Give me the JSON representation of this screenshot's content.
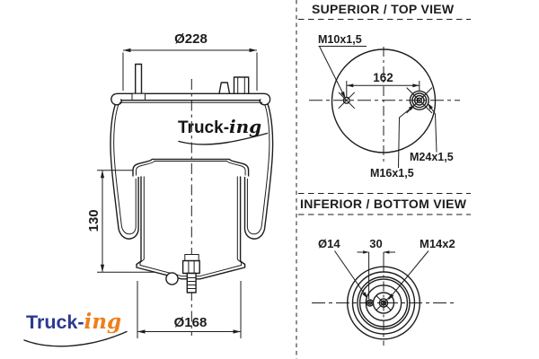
{
  "brand": {
    "bold": "Truck-",
    "script": "ing"
  },
  "colors": {
    "line": "#1d1d1d",
    "brand_blue": "#2b3990",
    "brand_orange": "#ef7f1a"
  },
  "side_view": {
    "dim_plate_diameter": "Ø228",
    "dim_piston_height": "130",
    "dim_base_diameter": "Ø168"
  },
  "top_view": {
    "title": "SUPERIOR / TOP VIEW",
    "label_stud": "M10x1,5",
    "dim_stud_spacing": "162",
    "label_air_fitting": "M24x1,5",
    "label_center_stud": "M16x1,5"
  },
  "bottom_view": {
    "title": "INFERIOR / BOTTOM VIEW",
    "label_port_diameter": "Ø14",
    "dim_port_offset": "30",
    "label_thread": "M14x2"
  }
}
